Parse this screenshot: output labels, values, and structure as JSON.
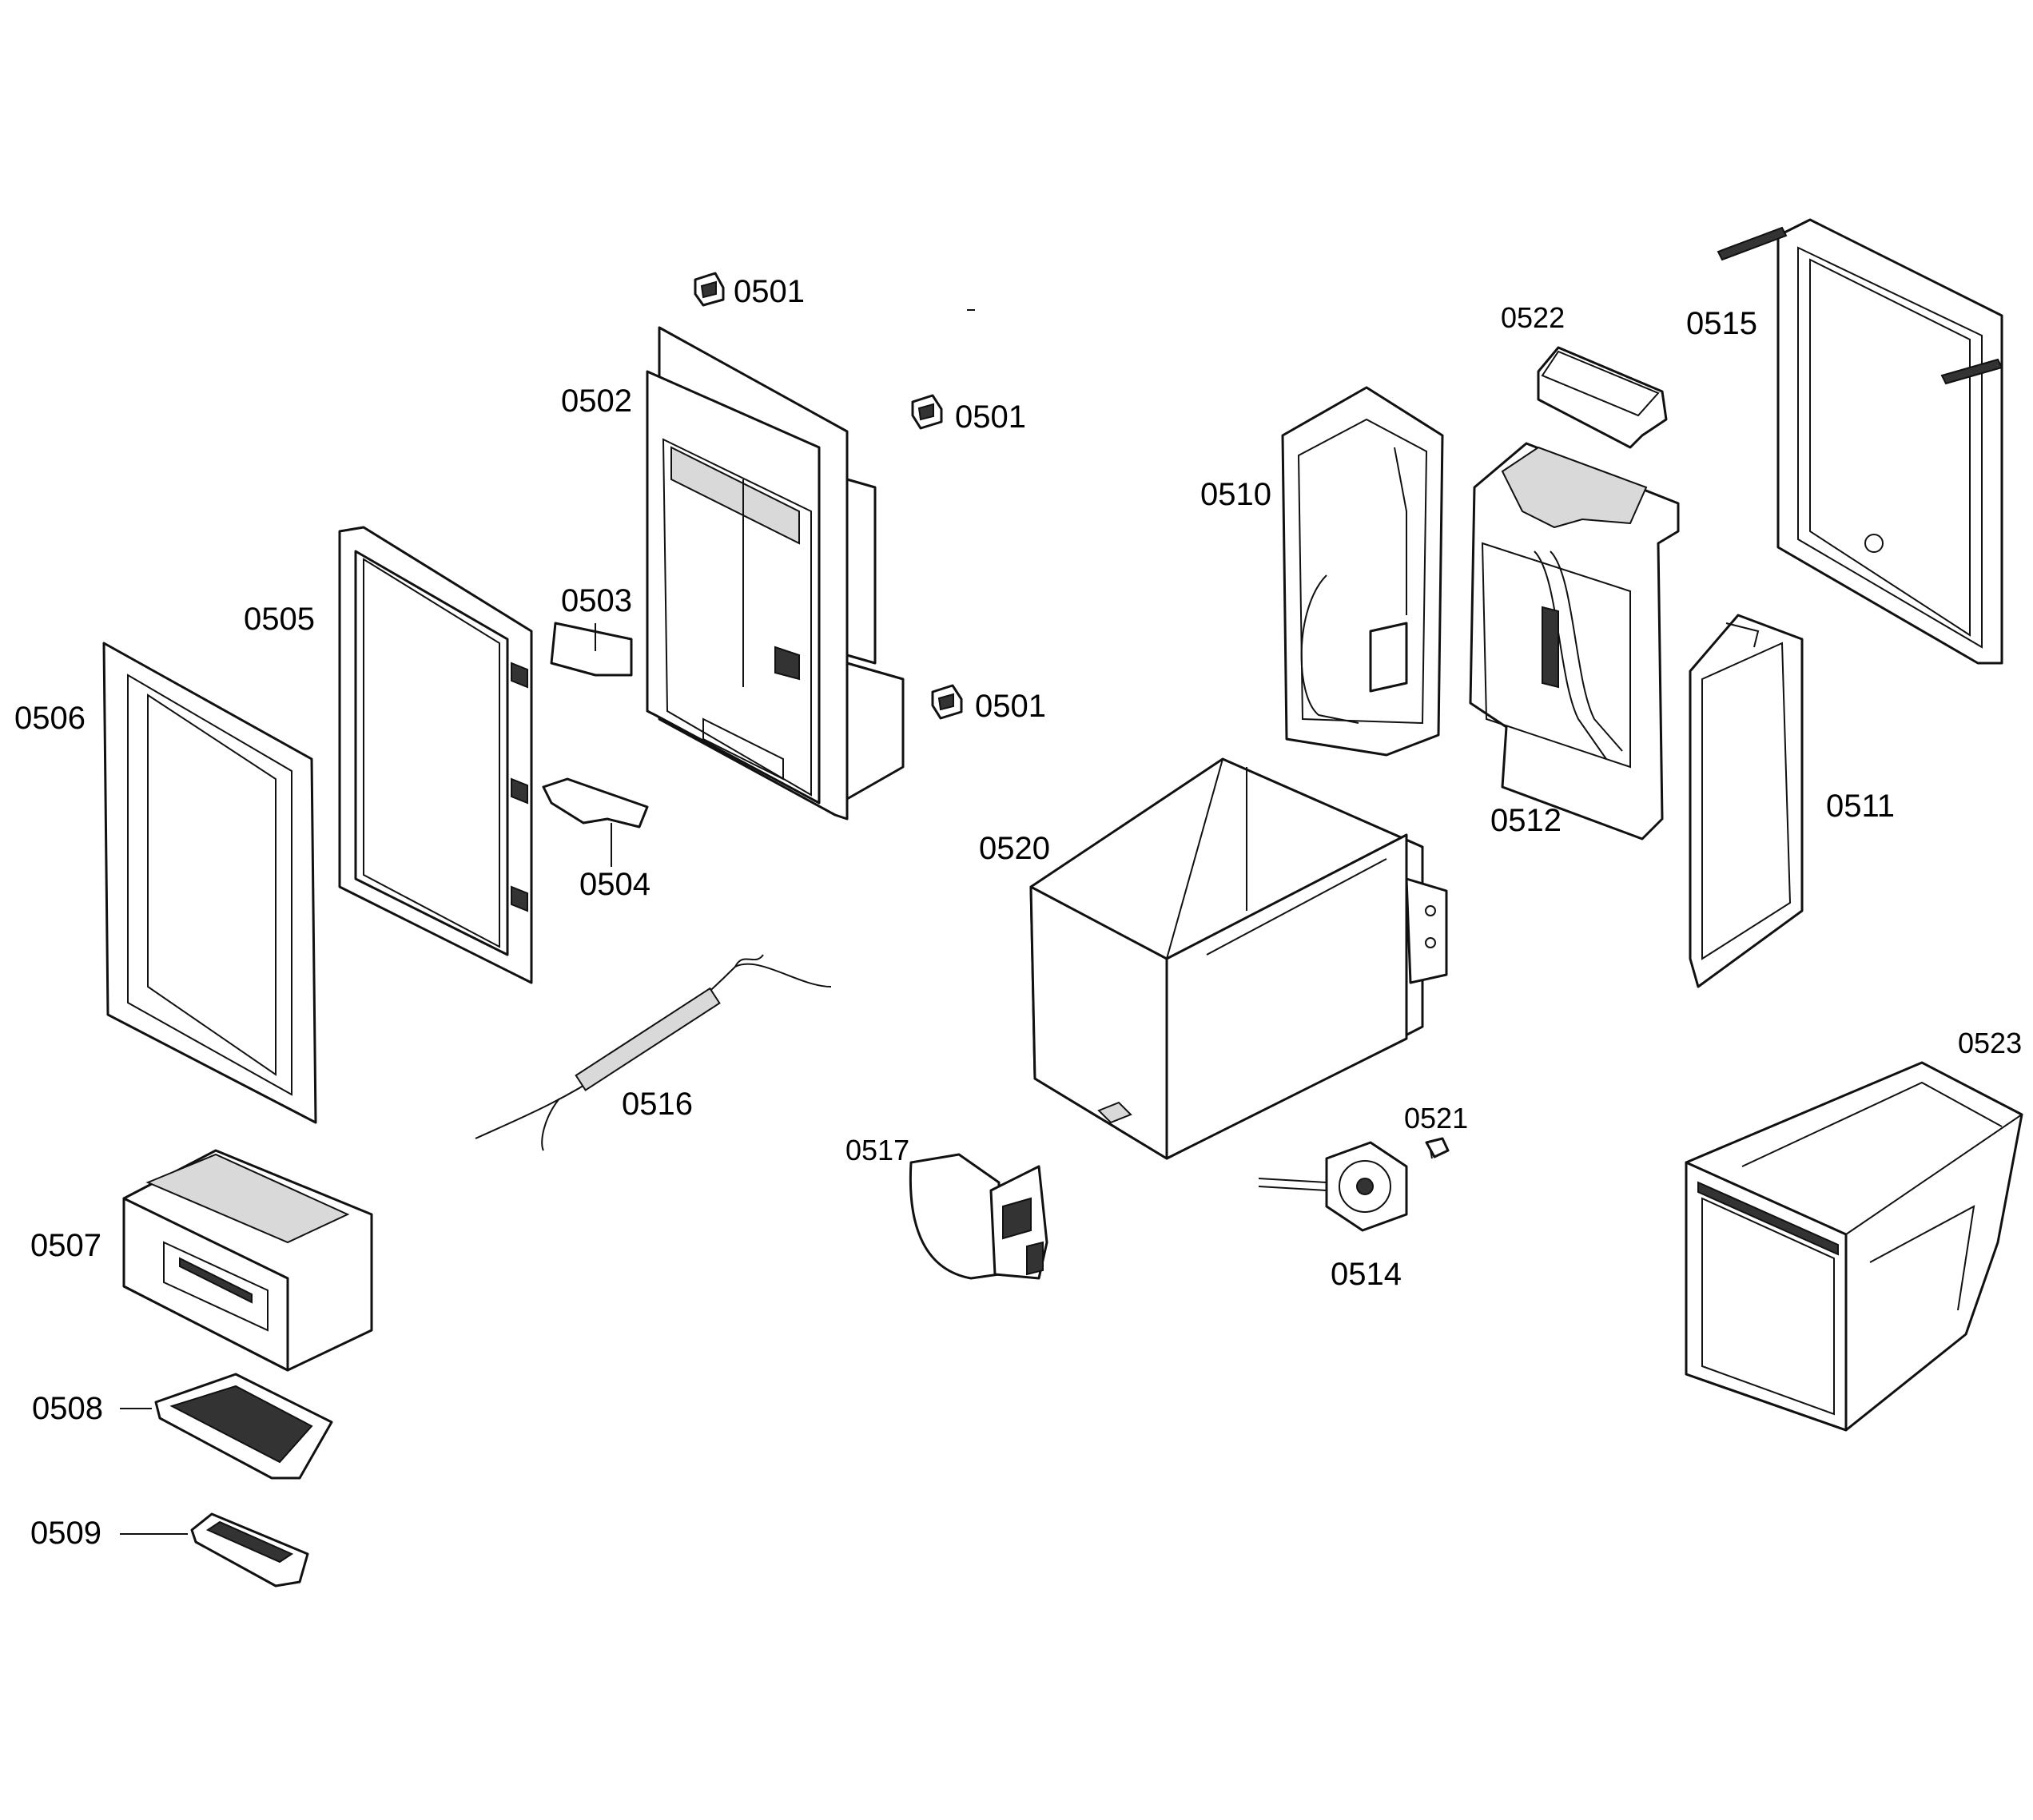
{
  "labels": {
    "p0501a": "0501",
    "p0501b": "0501",
    "p0501c": "0501",
    "p0502": "0502",
    "p0503": "0503",
    "p0504": "0504",
    "p0505": "0505",
    "p0506": "0506",
    "p0507": "0507",
    "p0508": "0508",
    "p0509": "0509",
    "p0510": "0510",
    "p0511": "0511",
    "p0512": "0512",
    "p0514": "0514",
    "p0515": "0515",
    "p0516": "0516",
    "p0517": "0517",
    "p0520": "0520",
    "p0521": "0521",
    "p0522": "0522",
    "p0523": "0523"
  }
}
